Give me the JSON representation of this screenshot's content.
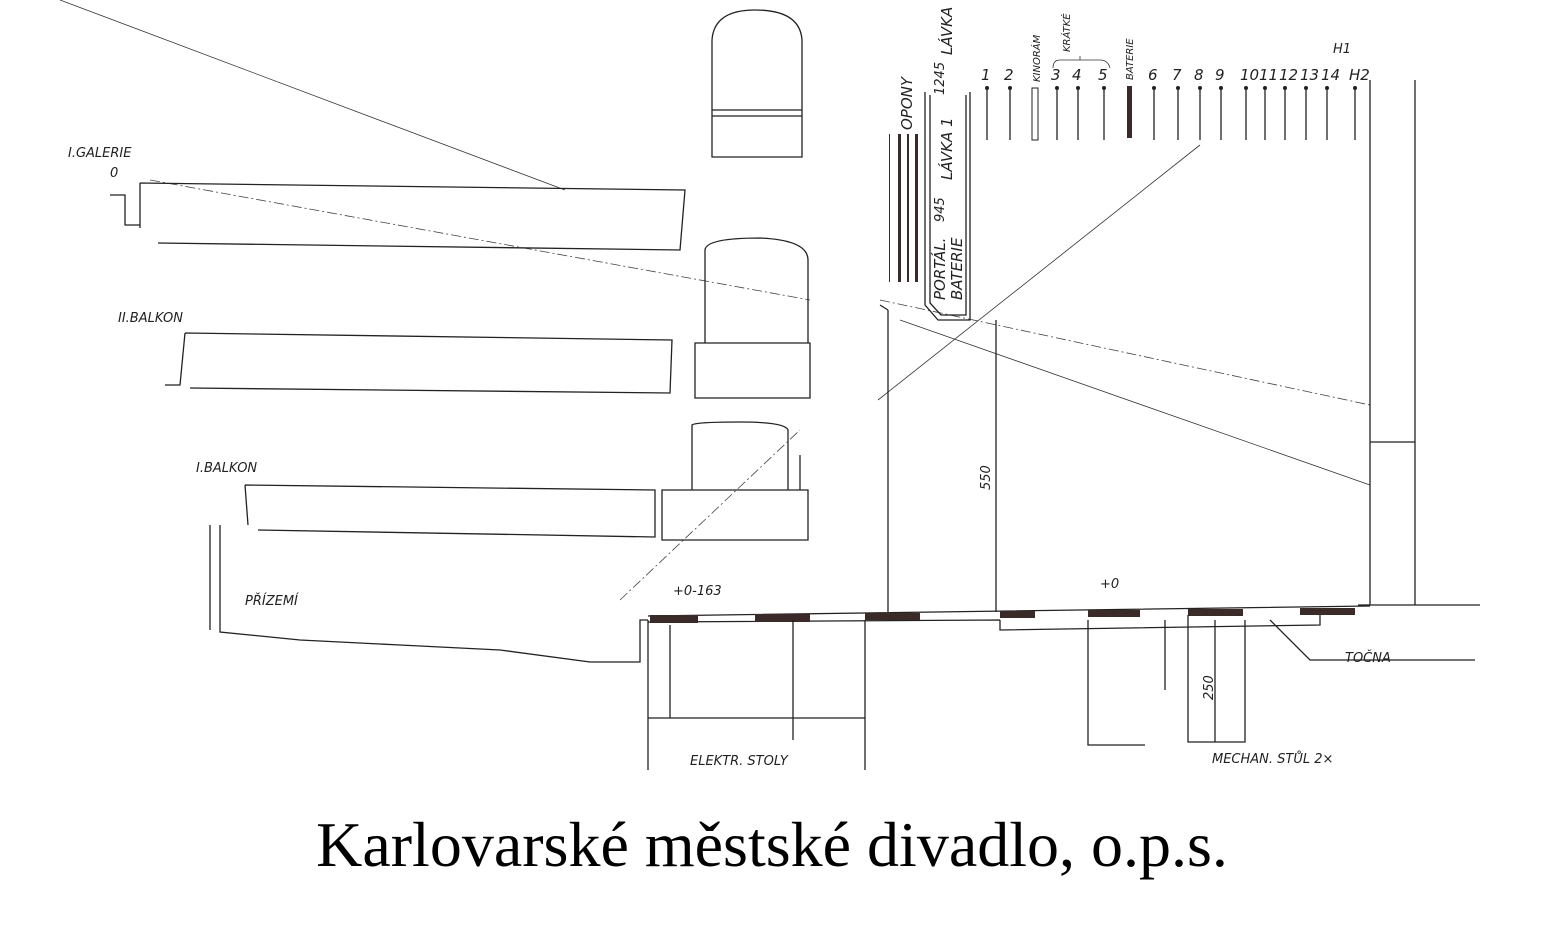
{
  "levels": {
    "galerie": "I.GALERIE",
    "galerie_mark": "0",
    "balkon2": "II.BALKON",
    "balkon1": "I.BALKON",
    "prizemi": "PŘÍZEMÍ"
  },
  "stage": {
    "opony": "OPONY",
    "lavka": "LÁVKA",
    "lavka_height": "1245",
    "lavka1": "LÁVKA 1",
    "lavka1_height": "945",
    "portal": "PORTÁL.",
    "portal_baterie": "BATERIE",
    "kinoram": "KINORÁM",
    "kratke": "KRÁTKÉ",
    "baterie": "BATERIE",
    "battens": [
      "1",
      "2",
      "3",
      "4",
      "5",
      "6",
      "7",
      "8",
      "9",
      "10",
      "11",
      "12",
      "13",
      "14",
      "H2"
    ],
    "h1": "H1"
  },
  "dimensions": {
    "stage_height": "550",
    "pit_level": "+0-163",
    "stage_level": "+0",
    "table_depth": "250"
  },
  "labels": {
    "tocna": "TOČNA",
    "elektr_stoly": "ELEKTR.  STOLY",
    "mechan_stul": "MECHAN. STŮL 2×"
  },
  "title": "Karlovarské městské divadlo, o.p.s."
}
